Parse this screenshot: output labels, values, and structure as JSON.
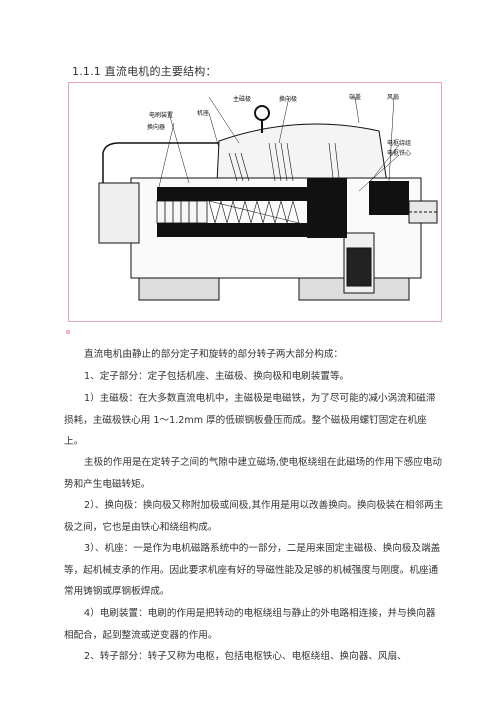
{
  "heading": "1.1.1 直流电机的主要结构：",
  "figure": {
    "labels": {
      "main_pole": "主磁极",
      "commutating_pole": "换向极",
      "yoke": "机座",
      "brush_gear": "电刷装置",
      "commutator": "换向器",
      "end_cover": "端盖",
      "fan": "风扇",
      "armature_winding": "电枢绕组",
      "armature_core": "电枢铁心"
    }
  },
  "paragraphs": [
    "直流电机由静止的部分定子和旋转的部分转子两大部分构成：",
    "1、定子部分：定子包括机座、主磁极、换向极和电刷装置等。",
    "1）主磁极：在大多数直流电机中，主磁极是电磁铁，为了尽可能的减小涡流和磁滞损耗，主磁极铁心用 1～1.2mm 厚的低碳钢板叠压而成。整个磁极用螺钉固定在机座上。",
    "主极的作用是在定转子之间的气隙中建立磁场,使电枢绕组在此磁场的作用下感应电动势和产生电磁转矩。",
    "2）、换向极：换向极又称附加极或间极,其作用是用以改善换向。换向极装在相邻两主极之间，它也是由铁心和绕组构成。",
    "3）、机座：一是作为电机磁路系统中的一部分，二是用来固定主磁极、换向极及端盖等，起机械支承的作用。因此要求机座有好的导磁性能及足够的机械强度与刚度。机座通常用铸钢或厚钢板焊成。",
    "4）电刷装置：电刷的作用是把转动的电枢绕组与静止的外电路相连接，并与换向器相配合，起到整流或逆变器的作用。",
    "2、转子部分：转子又称为电枢，包括电枢铁心、电枢绕组、换向器、风扇、"
  ]
}
